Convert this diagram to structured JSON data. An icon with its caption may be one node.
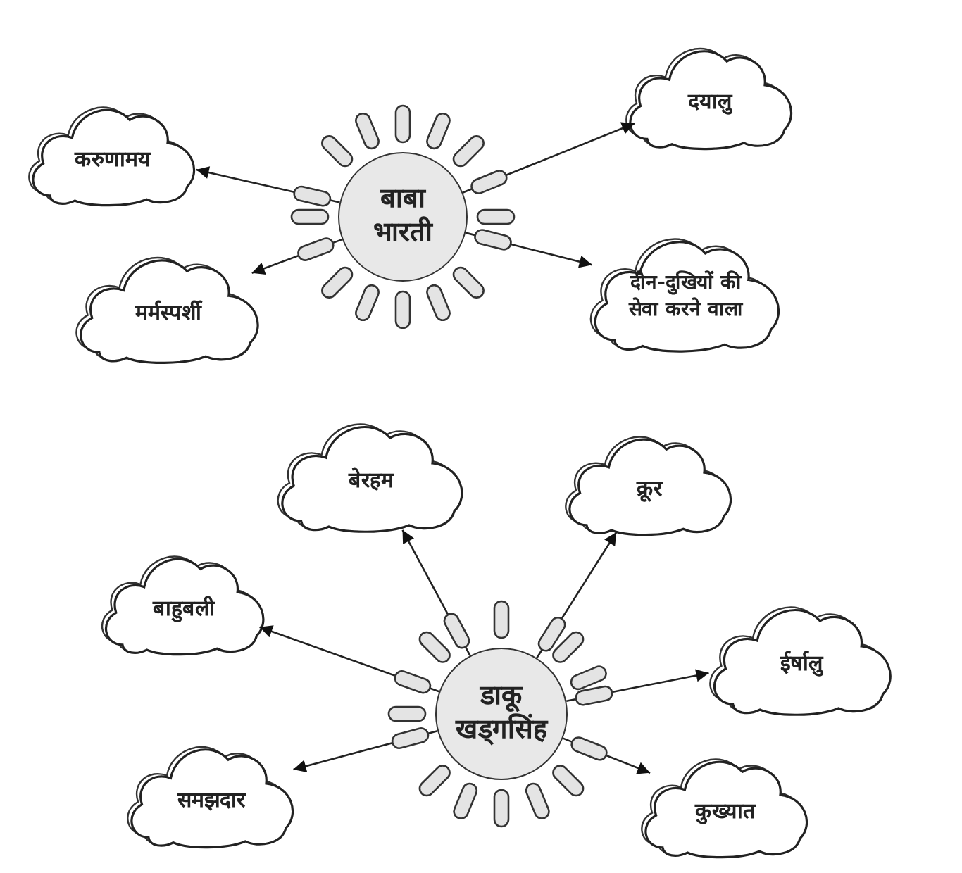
{
  "diagram": {
    "nodes": [
      {
        "text": [
          "बाबा भारती"
        ]
      },
      {
        "text": [
          "करुणामय"
        ]
      },
      {
        "text": [
          "दयालु"
        ]
      },
      {
        "text": [
          "मर्मस्पर्शी"
        ]
      },
      {
        "text": [
          "दीन-दुखियों की सेवा करने वाला"
        ]
      },
      {
        "text": [
          "डाकू खड्गसिंह"
        ]
      },
      {
        "text": [
          "बेरहम"
        ]
      },
      {
        "text": [
          "क्रूर"
        ]
      },
      {
        "text": [
          "बाहुबली"
        ]
      },
      {
        "text": [
          "ईर्षालु"
        ]
      },
      {
        "text": [
          "समझदार"
        ]
      },
      {
        "text": [
          "कुख्यात"
        ]
      }
    ],
    "edges": [
      {
        "from": 0,
        "to": 1,
        "arrow": "to"
      },
      {
        "from": 0,
        "to": 2,
        "arrow": "to"
      },
      {
        "from": 0,
        "to": 3,
        "arrow": "to"
      },
      {
        "from": 0,
        "to": 4,
        "arrow": "to"
      },
      {
        "from": 5,
        "to": 6,
        "arrow": "to"
      },
      {
        "from": 5,
        "to": 7,
        "arrow": "to"
      },
      {
        "from": 5,
        "to": 8,
        "arrow": "to"
      },
      {
        "from": 5,
        "to": 9,
        "arrow": "to"
      },
      {
        "from": 5,
        "to": 10,
        "arrow": "to"
      },
      {
        "from": 5,
        "to": 11,
        "arrow": "to"
      }
    ]
  }
}
